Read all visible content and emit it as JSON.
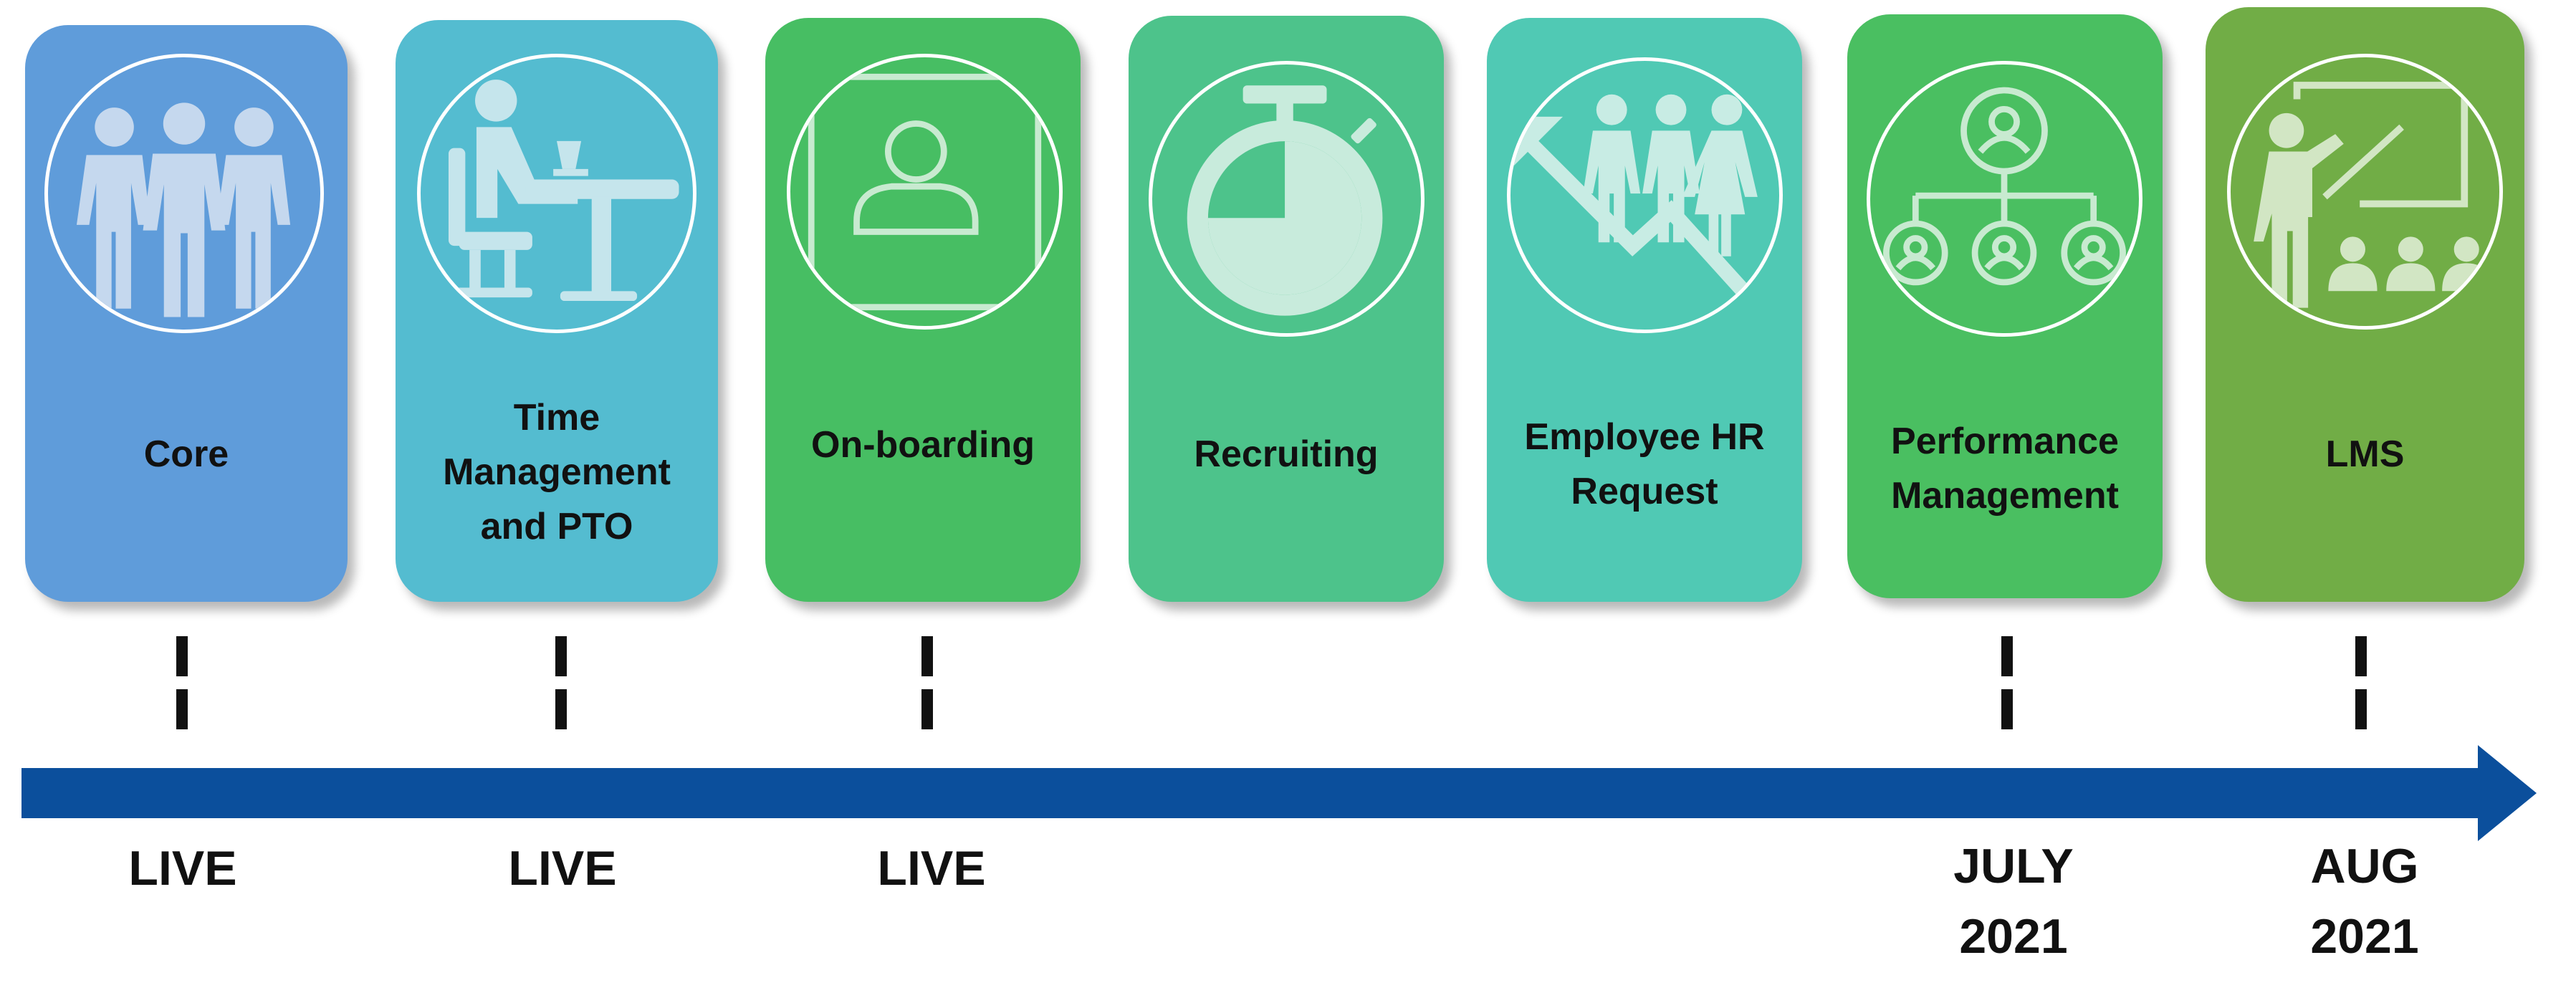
{
  "colors": {
    "core": "#5f9cda",
    "time": "#54bcd0",
    "onboarding": "#47be63",
    "recruiting": "#4dc38b",
    "employee_hr": "#50c9b4",
    "performance": "#4abf61",
    "lms": "#71ad46",
    "axis": "#0b4f9c",
    "icon": "#c6e4d8"
  },
  "modules": [
    {
      "label": "Core",
      "icon": "people-group-icon",
      "status": "LIVE"
    },
    {
      "label": "Time\nManagement\nand PTO",
      "icon": "person-at-desk-icon",
      "status": "LIVE"
    },
    {
      "label": "On-boarding",
      "icon": "user-profile-frame-icon",
      "status": "LIVE"
    },
    {
      "label": "Recruiting",
      "icon": "stopwatch-icon",
      "status": ""
    },
    {
      "label": "Employee HR\nRequest",
      "icon": "people-trend-arrow-icon",
      "status": ""
    },
    {
      "label": "Performance\nManagement",
      "icon": "org-chart-icon",
      "status": "JULY\n2021"
    },
    {
      "label": "LMS",
      "icon": "teacher-presentation-icon",
      "status": "AUG\n2021"
    }
  ]
}
